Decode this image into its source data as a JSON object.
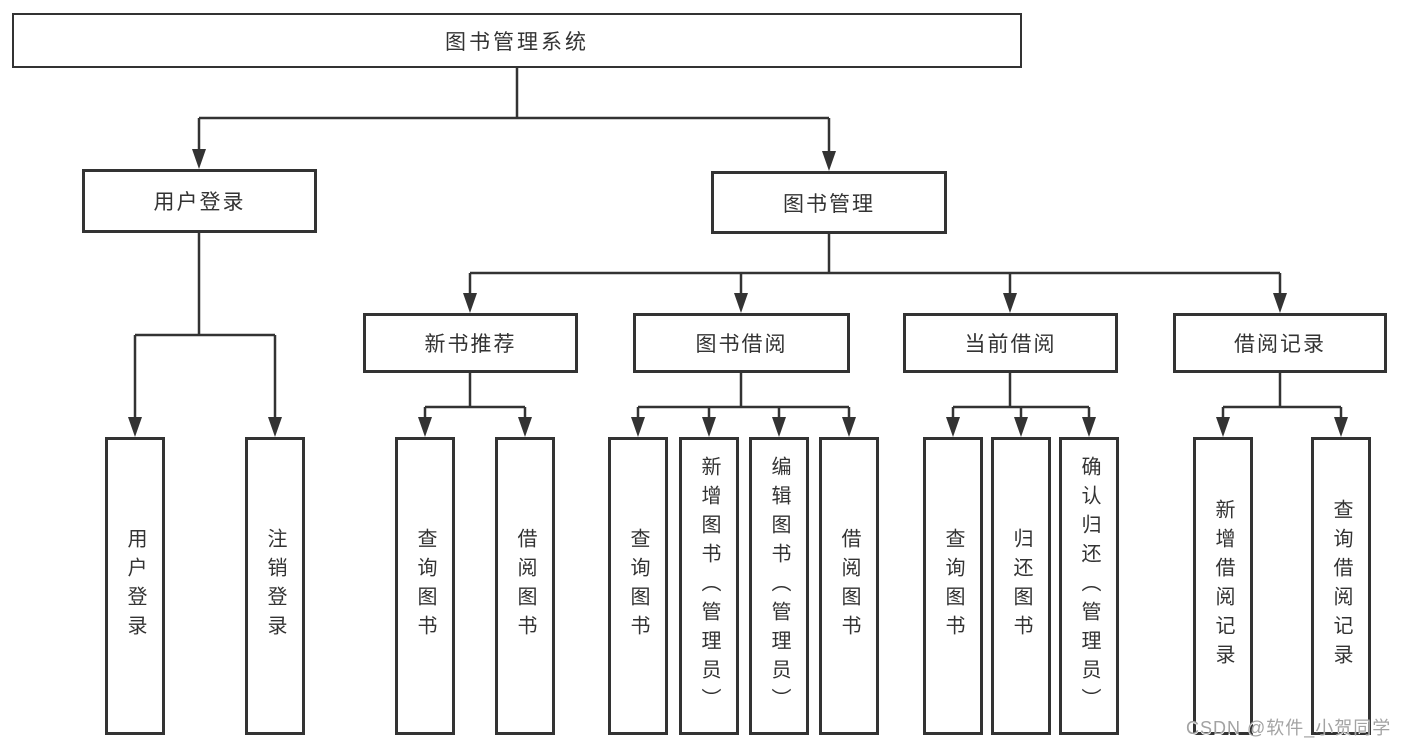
{
  "diagram": {
    "title": "图书管理系统",
    "root": "图书管理系统",
    "branches": {
      "user_login": {
        "label": "用户登录",
        "children": [
          "用户登录",
          "注销登录"
        ]
      },
      "book_mgmt": {
        "label": "图书管理",
        "sections": {
          "new_book": {
            "label": "新书推荐",
            "children": [
              "查询图书",
              "借阅图书"
            ]
          },
          "book_borrow": {
            "label": "图书借阅",
            "children": [
              "查询图书",
              "新增图书（管理员）",
              "编辑图书（管理员）",
              "借阅图书"
            ]
          },
          "current_borrow": {
            "label": "当前借阅",
            "children": [
              "查询图书",
              "归还图书",
              "确认归还（管理员）"
            ]
          },
          "borrow_record": {
            "label": "借阅记录",
            "children": [
              "新增借阅记录",
              "查询借阅记录"
            ]
          }
        }
      }
    }
  },
  "watermark": "CSDN @软件_小贺同学",
  "colors": {
    "line": "#333333",
    "box_border": "#333333",
    "box_fill": "#ffffff",
    "text": "#333333",
    "watermark": "#a3a3a3"
  }
}
